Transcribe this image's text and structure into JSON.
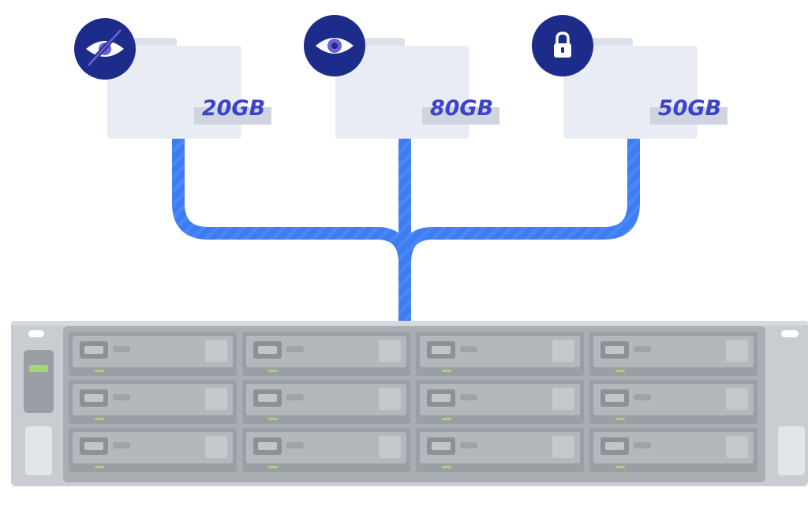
{
  "folders": [
    {
      "size_label": "20GB",
      "icon": "eye-slash-icon"
    },
    {
      "size_label": "80GB",
      "icon": "eye-icon"
    },
    {
      "size_label": "50GB",
      "icon": "lock-icon"
    }
  ],
  "server": {
    "drive_rows": 3,
    "drive_columns": 4
  },
  "colors": {
    "folder_body": "#e9ecf4",
    "folder_tab": "#dce0ea",
    "folder_label_tab": "#cfd4df",
    "size_text": "#3b43c8",
    "badge": "#1d2b8a",
    "connector": "#3d7cf3",
    "server_frame": "#c9cdd2",
    "server_panel": "#a9aeb3",
    "drive_tray": "#9a9fa5",
    "status_led": "#a8d86a"
  }
}
